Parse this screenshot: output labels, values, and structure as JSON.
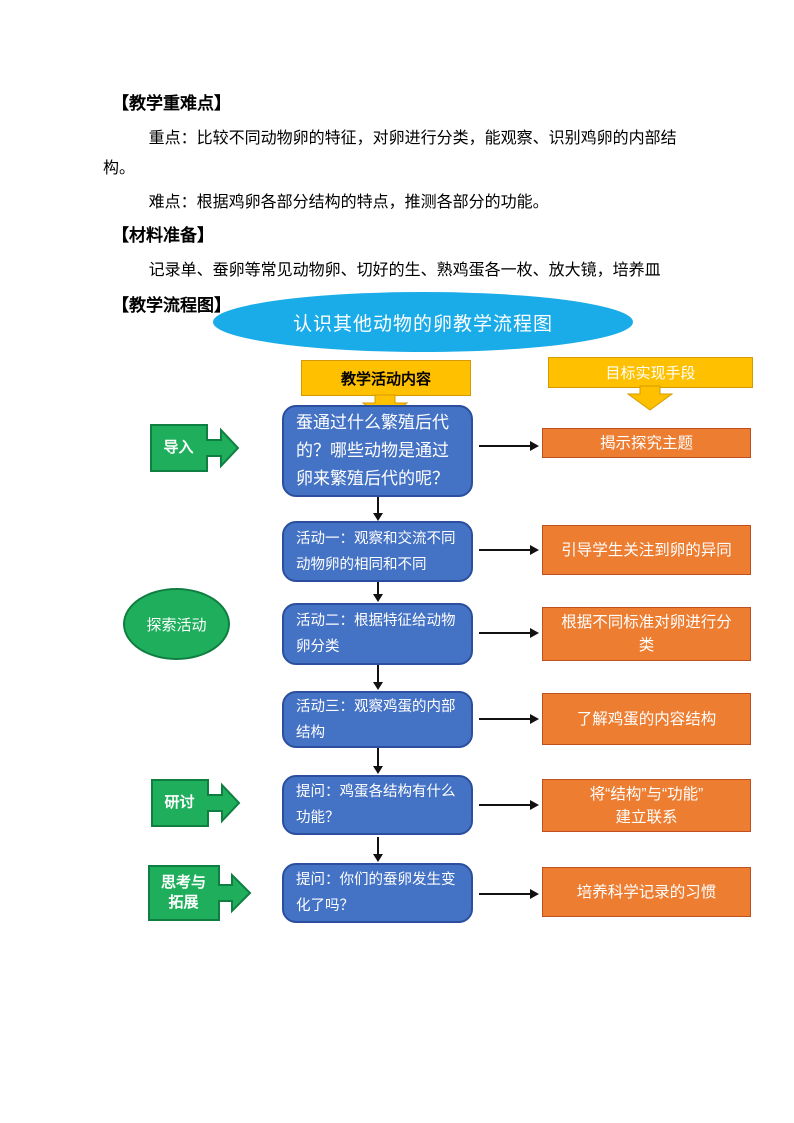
{
  "doc": {
    "heading_key_points": "【教学重难点】",
    "key_point": "重点：比较不同动物卵的特征，对卵进行分类，能观察、识别鸡卵的内部结构。",
    "difficult_point": "难点：根据鸡卵各部分结构的特点，推测各部分的功能。",
    "heading_materials": "【材料准备】",
    "materials": "记录单、蚕卵等常见动物卵、切好的生、熟鸡蛋各一枚、放大镜，培养皿",
    "heading_flowchart": "【教学流程图】"
  },
  "flowchart": {
    "title": "认识其他动物的卵教学流程图",
    "column_headers": {
      "activities": "教学活动内容",
      "targets": "目标实现手段"
    },
    "stages": {
      "intro_lines": [
        "导入",
        ""
      ],
      "explore": "探索活动",
      "discuss_lines": [
        "研讨",
        ""
      ],
      "extend_lines": [
        "思考与",
        "拓展"
      ]
    },
    "rows": [
      {
        "activity_lines": [
          "蚕通过什么繁殖后代",
          "的？哪些动物是通过",
          "卵来繁殖后代的呢？"
        ],
        "target_lines": [
          "揭示探究主题",
          ""
        ]
      },
      {
        "activity_lines": [
          "活动一：观察和交流不同",
          "动物卵的相同和不同",
          ""
        ],
        "target_lines": [
          "引导学生关注到卵的异同",
          ""
        ]
      },
      {
        "activity_lines": [
          "活动二：根据特征给动物",
          "卵分类",
          ""
        ],
        "target_lines": [
          "根据不同标准对卵进行分",
          "类"
        ]
      },
      {
        "activity_lines": [
          "活动三：观察鸡蛋的内部",
          "结构",
          ""
        ],
        "target_lines": [
          "了解鸡蛋的内容结构",
          ""
        ]
      },
      {
        "activity_lines": [
          "提问：鸡蛋各结构有什么",
          "功能？",
          ""
        ],
        "target_lines": [
          "将“结构”与“功能”",
          "建立联系"
        ]
      },
      {
        "activity_lines": [
          "提问：你们的蚕卵发生变",
          "化了吗？",
          ""
        ],
        "target_lines": [
          "培养科学记录的习惯",
          ""
        ]
      }
    ],
    "colors": {
      "title_ellipse_fill": "#1AACE9",
      "column_header_fill": "#FFC000",
      "activity_fill": "#4472C4",
      "activity_border": "#2B4F9E",
      "target_fill": "#ED7D31",
      "stage_fill": "#1FAF5C",
      "connector": "#111111",
      "text_on_shapes": "#FFFFFF"
    }
  }
}
